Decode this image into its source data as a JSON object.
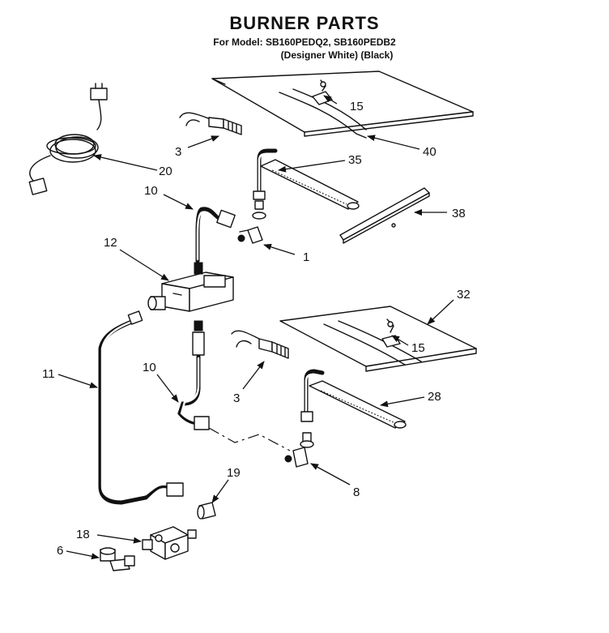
{
  "header": {
    "title": "BURNER PARTS",
    "model_line": "For Model: SB160PEDQ2, SB160PEDB2",
    "color_line": "(Designer White) (Black)"
  },
  "callouts": {
    "c1": "1",
    "c3a": "3",
    "c3b": "3",
    "c6": "6",
    "c8": "8",
    "c10a": "10",
    "c10b": "10",
    "c11": "11",
    "c12": "12",
    "c15a": "15",
    "c15b": "15",
    "c18": "18",
    "c19": "19",
    "c20": "20",
    "c28": "28",
    "c32": "32",
    "c35": "35",
    "c38": "38",
    "c40": "40"
  }
}
